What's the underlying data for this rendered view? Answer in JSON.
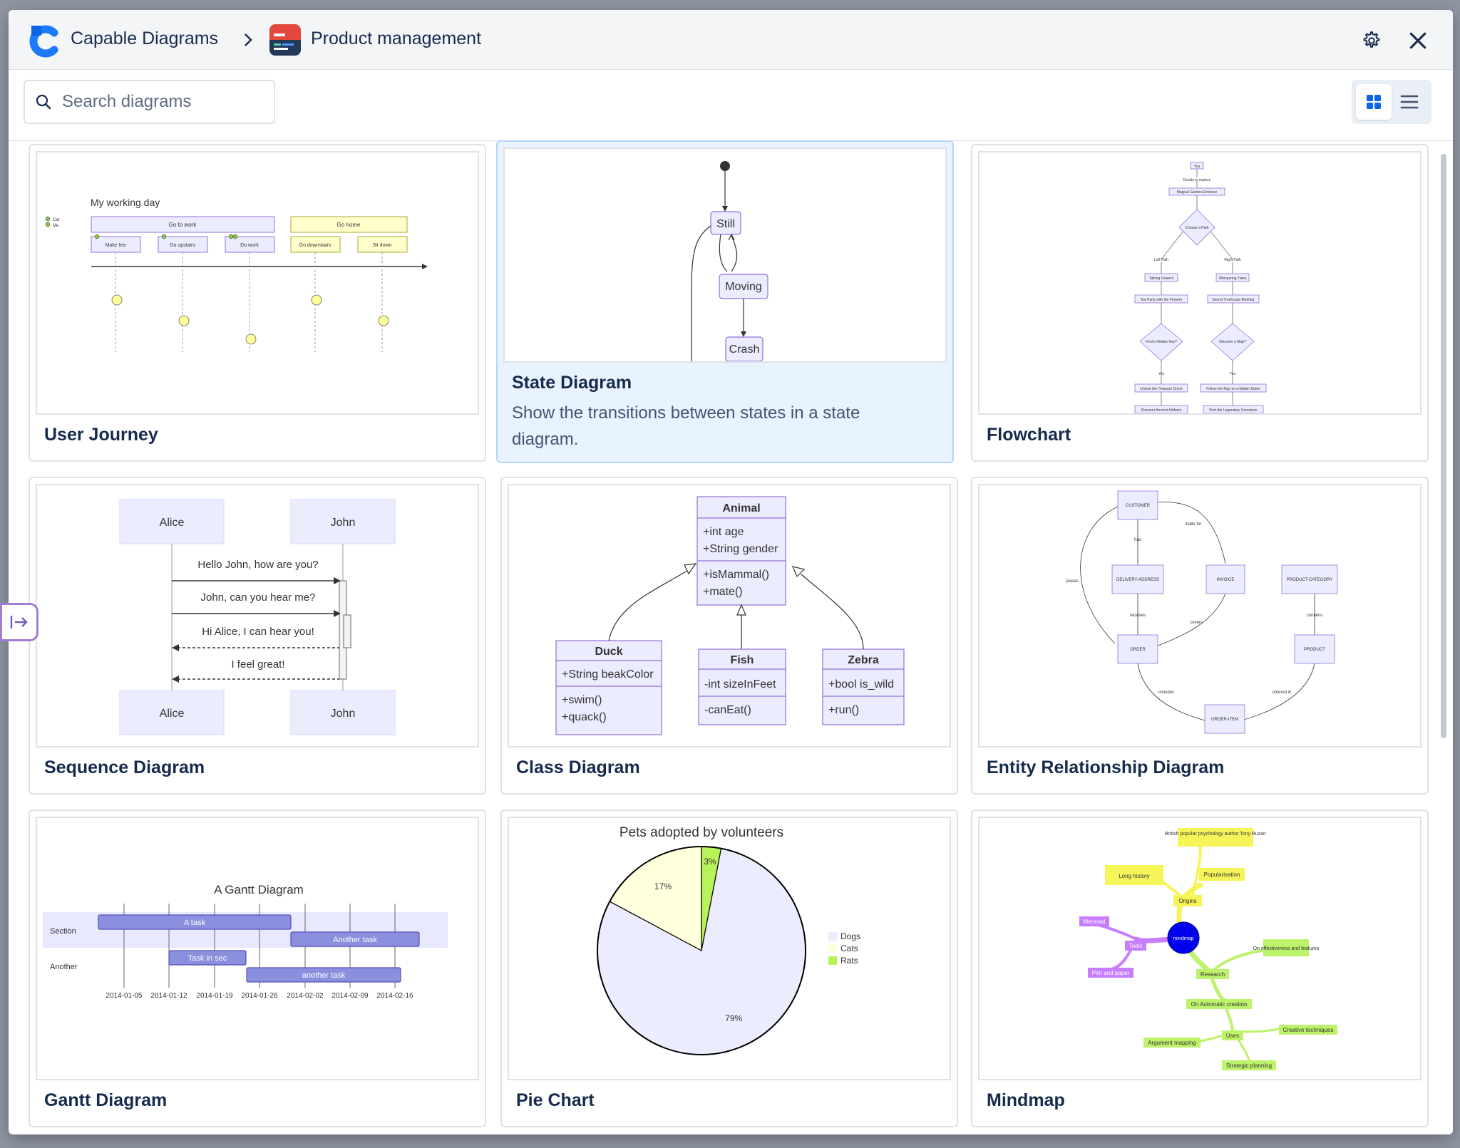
{
  "header": {
    "app_name": "Capable Diagrams",
    "project_name": "Product management"
  },
  "search": {
    "placeholder": "Search diagrams",
    "value": ""
  },
  "colors": {
    "accent": "#0c66e4",
    "node_fill": "#ececff",
    "node_stroke": "#9370db",
    "active_card": "#e9f2ff"
  },
  "icons": {
    "logo": "capable-logo-icon",
    "breadcrumb": "chevron-right-icon",
    "project": "project-board-icon",
    "settings": "gear-icon",
    "close": "close-icon",
    "search": "search-icon",
    "grid": "grid-view-icon",
    "list": "list-view-icon"
  },
  "cards": [
    {
      "title": "User Journey",
      "description": ""
    },
    {
      "title": "State Diagram",
      "description": "Show the transitions between states in a state diagram."
    },
    {
      "title": "Flowchart",
      "description": ""
    },
    {
      "title": "Sequence Diagram",
      "description": ""
    },
    {
      "title": "Class Diagram",
      "description": ""
    },
    {
      "title": "Entity Relationship Diagram",
      "description": ""
    },
    {
      "title": "Gantt Diagram",
      "description": ""
    },
    {
      "title": "Pie Chart",
      "description": ""
    },
    {
      "title": "Mindmap",
      "description": ""
    }
  ],
  "previews": {
    "journey": {
      "title": "My working day",
      "legend": [
        "Cat",
        "Me"
      ],
      "sections": [
        "Go to work",
        "Go home"
      ],
      "tasks": [
        "Make tea",
        "Go upstairs",
        "Do work",
        "Go downstairs",
        "Sit down"
      ]
    },
    "state": {
      "states": [
        "Still",
        "Moving",
        "Crash"
      ]
    },
    "flowchart": {
      "nodes": [
        "You",
        "Decide to explore",
        "Magical Garden Entrance",
        "Choose a Path",
        "Left Path",
        "Right Path",
        "Talking Flowers",
        "Whispering Trees",
        "Tea Party with the Flowers",
        "Secret Treehouse Meeting",
        "Find a Hidden Key?",
        "Discover a Map?",
        "Yes",
        "Yes",
        "Unlock the Treasure Chest",
        "Follow the Map to a Hidden Glade",
        "Discover Ancient Artifacts",
        "Find the Legendary Gemstone"
      ]
    },
    "sequence": {
      "actors": [
        "Alice",
        "John"
      ],
      "messages": [
        "Hello John, how are you?",
        "John, can you hear me?",
        "Hi Alice, I can hear you!",
        "I feel great!"
      ]
    },
    "class": {
      "animal": {
        "name": "Animal",
        "attrs": [
          "+int age",
          "+String gender"
        ],
        "methods": [
          "+isMammal()",
          "+mate()"
        ]
      },
      "duck": {
        "name": "Duck",
        "attrs": [
          "+String beakColor"
        ],
        "methods": [
          "+swim()",
          "+quack()"
        ]
      },
      "fish": {
        "name": "Fish",
        "attrs": [
          "-int sizeInFeet"
        ],
        "methods": [
          "-canEat()"
        ]
      },
      "zebra": {
        "name": "Zebra",
        "attrs": [
          "+bool is_wild"
        ],
        "methods": [
          "+run()"
        ]
      }
    },
    "er": {
      "entities": [
        "CUSTOMER",
        "DELIVERY-ADDRESS",
        "INVOICE",
        "PRODUCT-CATEGORY",
        "ORDER",
        "PRODUCT",
        "ORDER-ITEM"
      ],
      "relations": [
        "has",
        "liable for",
        "places",
        "receives",
        "covers",
        "contains",
        "includes",
        "ordered in"
      ]
    },
    "gantt": {
      "title": "A Gantt Diagram",
      "sections": [
        "Section",
        "Another"
      ],
      "tasks": [
        "A task",
        "Another task",
        "Task in sec",
        "another task"
      ],
      "dates": [
        "2014-01-05",
        "2014-01-12",
        "2014-01-19",
        "2014-01-26",
        "2014-02-02",
        "2014-02-09",
        "2014-02-16"
      ]
    },
    "pie": {
      "title": "Pets adopted by volunteers",
      "legend": [
        "Dogs",
        "Cats",
        "Rats"
      ],
      "labels": [
        "79%",
        "17%",
        "3%"
      ]
    },
    "mindmap": {
      "root": "mindmap",
      "nodes": [
        "British popular psychology author Tony Buzan",
        "Long history",
        "Popularisation",
        "Origins",
        "Mermaid",
        "Tools",
        "Pen and paper",
        "On effectiveness and features",
        "Research",
        "On Automatic creation",
        "Uses",
        "Creative techniques",
        "Argument mapping",
        "Strategic planning"
      ]
    }
  },
  "chart_data": {
    "type": "pie",
    "title": "Pets adopted by volunteers",
    "categories": [
      "Dogs",
      "Cats",
      "Rats"
    ],
    "values": [
      79,
      17,
      3
    ],
    "legend": "right"
  }
}
